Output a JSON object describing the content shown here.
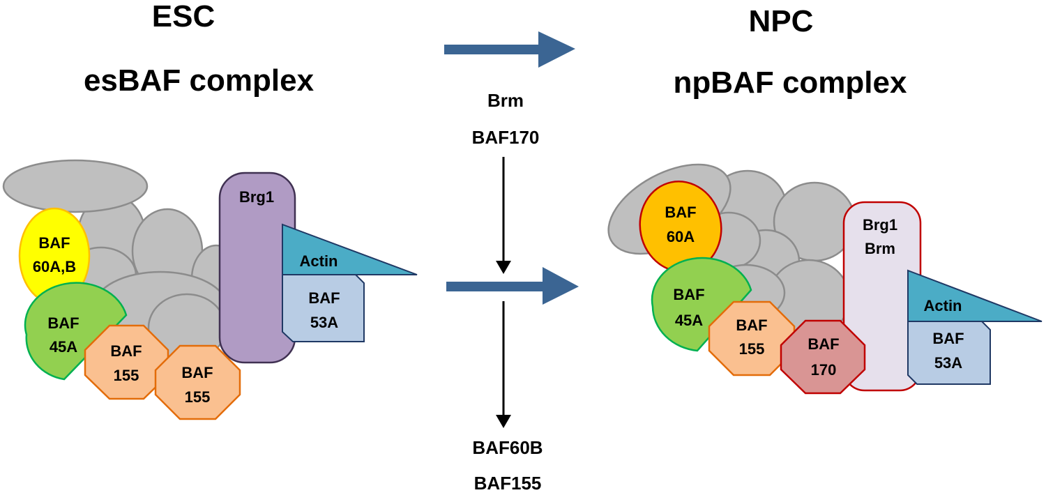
{
  "esc": {
    "title": "ESC",
    "subtitle": "esBAF complex",
    "brg1": "Brg1",
    "actin": "Actin",
    "baf53a": [
      "BAF",
      "53A"
    ],
    "baf60": [
      "BAF",
      "60A,B"
    ],
    "baf45a": [
      "BAF",
      "45A"
    ],
    "baf155_1": [
      "BAF",
      "155"
    ],
    "baf155_2": [
      "BAF",
      "155"
    ]
  },
  "transition": {
    "gained": [
      "Brm",
      "BAF170"
    ],
    "lost": [
      "BAF60B",
      "BAF155"
    ]
  },
  "npc": {
    "title": "NPC",
    "subtitle": "npBAF complex",
    "brg1_brm": [
      "Brg1",
      "Brm"
    ],
    "actin": "Actin",
    "baf53a": [
      "BAF",
      "53A"
    ],
    "baf60a": [
      "BAF",
      "60A"
    ],
    "baf45a": [
      "BAF",
      "45A"
    ],
    "baf155": [
      "BAF",
      "155"
    ],
    "baf170": [
      "BAF",
      "170"
    ]
  },
  "colors": {
    "gray_subunit": "#bfbfbf",
    "arrow_blue": "#3b6593",
    "brg1_purple": "#b09bc4",
    "actin_teal": "#4bacc6",
    "baf53_blue": "#b8cce4",
    "baf60_yellow": "#ffff00",
    "baf60a_orange": "#ffc000",
    "baf45_green": "#92d050",
    "baf155_peach": "#fac090",
    "baf170_red": "#d99594",
    "brg1brm_lilac": "#e6e0ec"
  }
}
